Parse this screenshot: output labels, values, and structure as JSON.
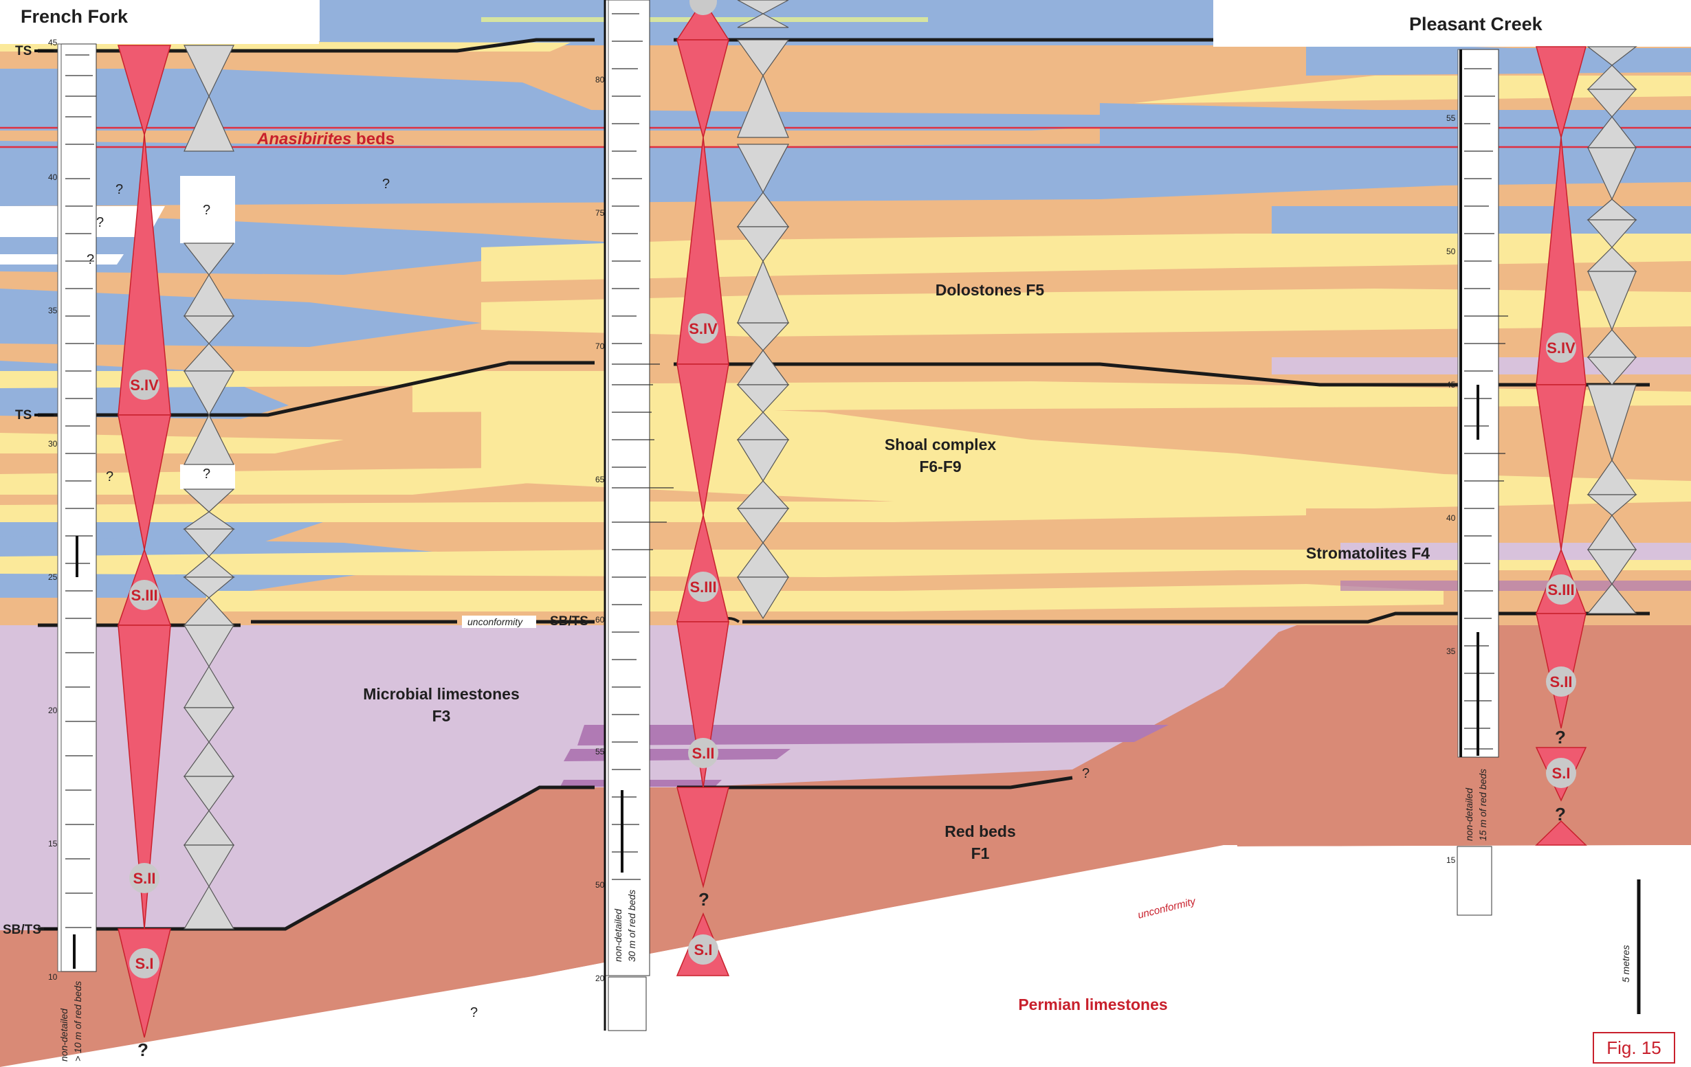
{
  "sections": {
    "left": "French Fork",
    "right": "Pleasant Creek"
  },
  "facies": {
    "dolostones": "Dolostones F5",
    "shoal_1": "Shoal complex",
    "shoal_2": "F6-F9",
    "stromatolites": "Stromatolites F4",
    "microbial_1": "Microbial limestones",
    "microbial_2": "F3",
    "redbeds_1": "Red beds",
    "redbeds_2": "F1",
    "permian": "Permian limestones"
  },
  "marker": {
    "name_italic": "Anasibirites",
    "name_rest": " beds"
  },
  "surfaces": {
    "ts": "TS",
    "sbts": "SB/TS",
    "unconformity": "unconformity"
  },
  "sequences": {
    "s1": "S.I",
    "s2": "S.II",
    "s3": "S.III",
    "s4": "S.IV"
  },
  "question": "?",
  "notes": {
    "left_non_detailed": "non-detailed",
    "left_red_beds": "> 10 m of red beds",
    "mid_non_detailed": "non-detailed",
    "mid_red_beds": "30 m of red beds",
    "right_non_detailed": "non-detailed",
    "right_red_beds": "15 m of red beds"
  },
  "ticks": {
    "left": [
      "45",
      "40",
      "35",
      "30",
      "25",
      "20",
      "15",
      "10"
    ],
    "middle": [
      "80",
      "75",
      "70",
      "65",
      "60",
      "55",
      "50",
      "20"
    ],
    "right": [
      "55",
      "50",
      "45",
      "40",
      "35",
      "15"
    ]
  },
  "scale_bar": "5 metres",
  "figure_label": "Fig. 15",
  "colors": {
    "red_beds": "#d98a76",
    "microbial": "#d8c2dc",
    "dolostone": "#efb986",
    "shoal": "#fbe99a",
    "blue": "#93b1dc",
    "stromatolite": "#b07ab4",
    "sequence_red": "#ef5a70",
    "minor_grey": "#d6d6d6",
    "marker_red": "#e03040"
  }
}
